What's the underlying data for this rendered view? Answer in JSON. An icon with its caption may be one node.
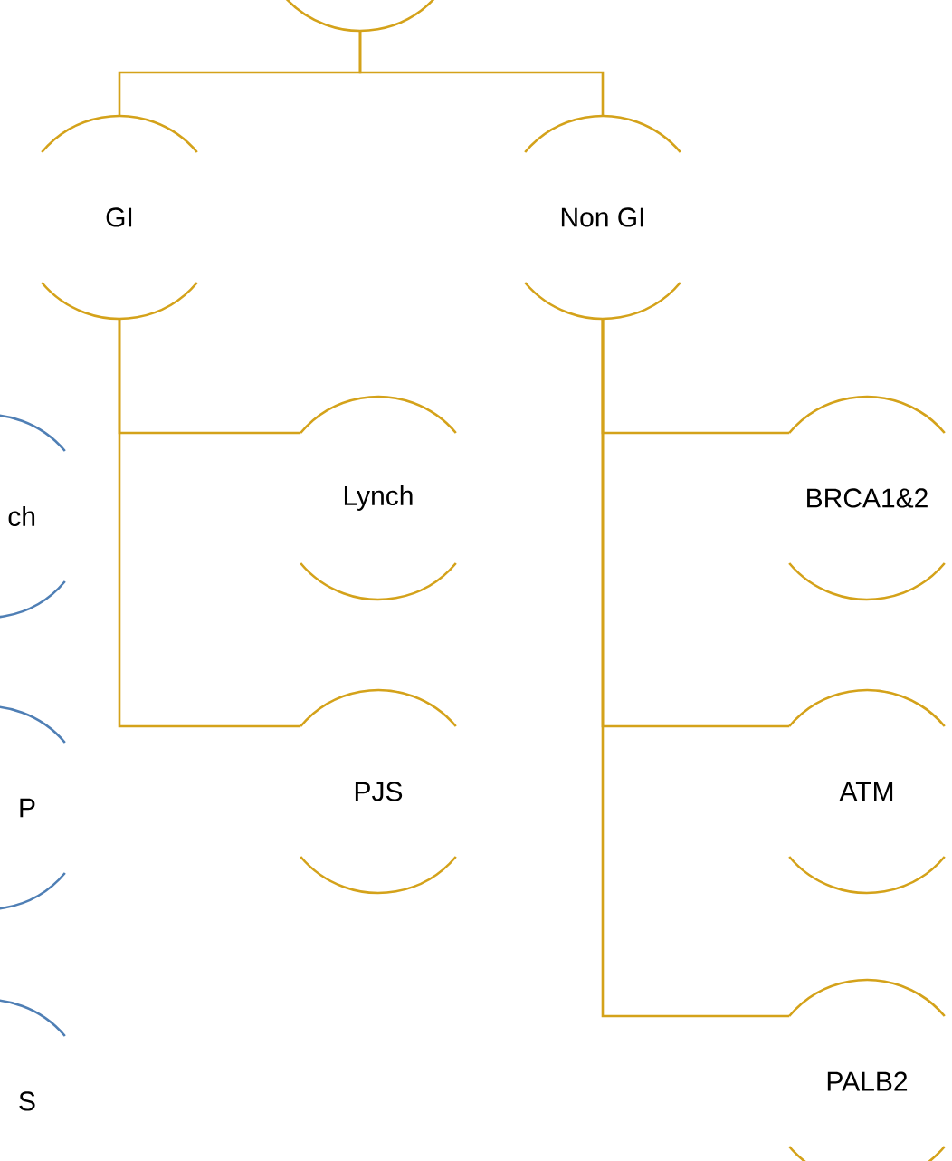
{
  "diagram": {
    "nodes": [
      {
        "text": [],
        "shape": "circle"
      },
      {
        "text": [
          "GI"
        ]
      },
      {
        "text": [
          "Non GI"
        ]
      },
      {
        "text": [
          "Lynch"
        ]
      },
      {
        "text": [
          "PJS"
        ]
      },
      {
        "text": [
          "BRCA1&2"
        ]
      },
      {
        "text": [
          "ATM"
        ]
      },
      {
        "text": [
          "PALB2"
        ]
      },
      {
        "text": [
          "ch"
        ]
      },
      {
        "text": [
          "P"
        ]
      },
      {
        "text": [
          "S"
        ]
      }
    ],
    "edges": [
      {
        "from": 0,
        "to": 1,
        "arrow": "none"
      },
      {
        "from": 0,
        "to": 2,
        "arrow": "none"
      },
      {
        "from": 1,
        "to": 3,
        "arrow": "none"
      },
      {
        "from": 1,
        "to": 4,
        "arrow": "none"
      },
      {
        "from": 2,
        "to": 5,
        "arrow": "none"
      },
      {
        "from": 2,
        "to": 6,
        "arrow": "none"
      },
      {
        "from": 2,
        "to": 7,
        "arrow": "none"
      }
    ]
  }
}
